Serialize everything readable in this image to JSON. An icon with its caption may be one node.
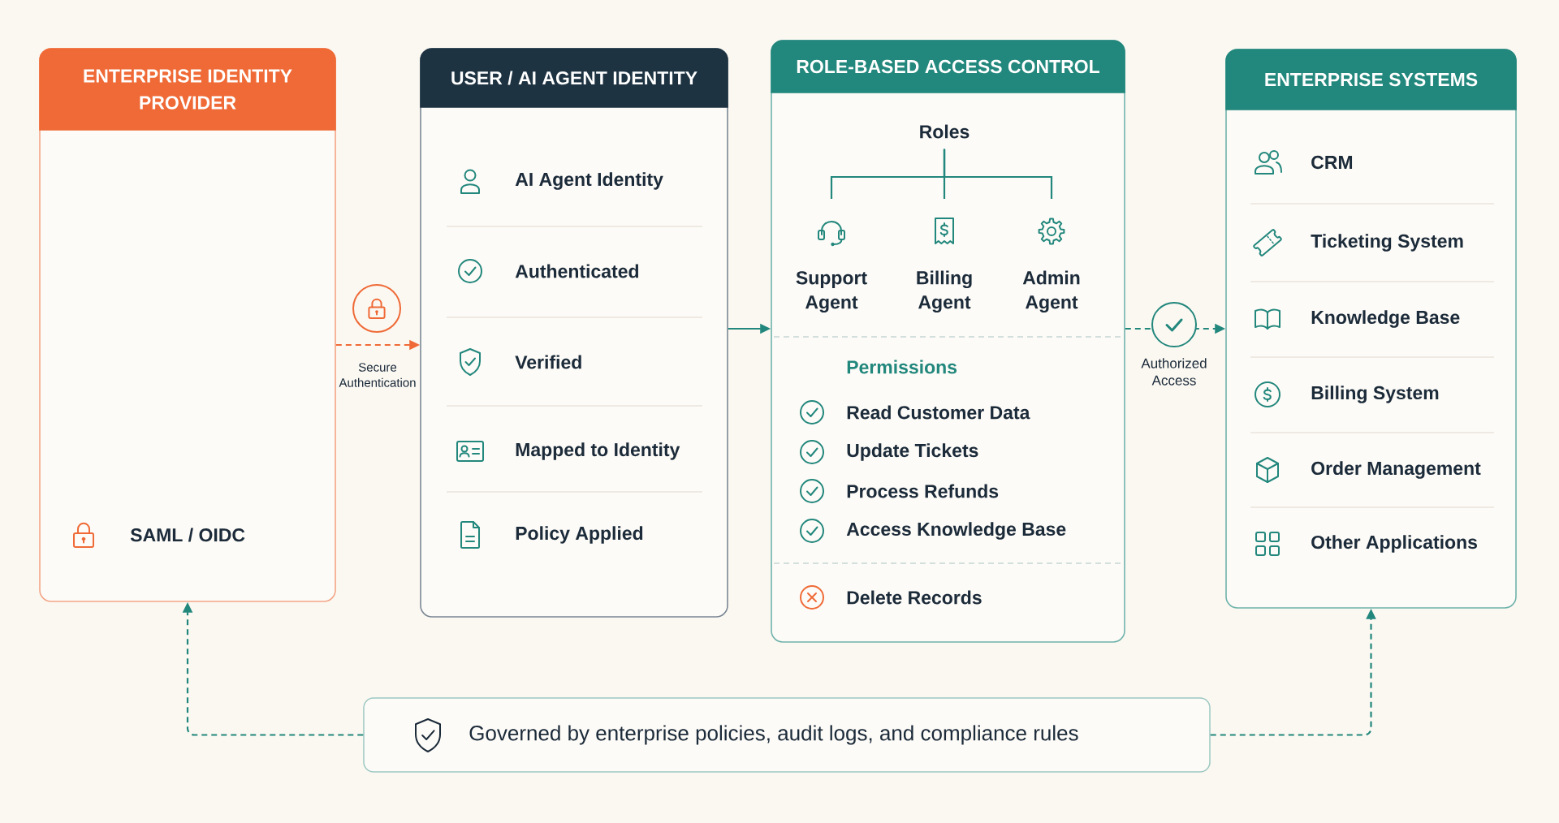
{
  "diagram": {
    "nodes": [
      {
        "text": [
          "ENTERPRISE IDENTITY PROVIDER",
          "SAML / OIDC"
        ]
      },
      {
        "text": [
          "USER / AI AGENT IDENTITY",
          "AI Agent Identity",
          "Authenticated",
          "Verified",
          "Mapped to Identity",
          "Policy Applied"
        ]
      },
      {
        "text": [
          "ROLE-BASED ACCESS CONTROL",
          "Permissions",
          "Read Customer Data",
          "Update Tickets",
          "Process Refunds",
          "Access Knowledge Base",
          "Delete Records"
        ]
      },
      {
        "text": [
          "Roles"
        ],
        "in": 2
      },
      {
        "text": [
          "Support Agent"
        ],
        "in": 2
      },
      {
        "text": [
          "Billing Agent"
        ],
        "in": 2
      },
      {
        "text": [
          "Admin Agent"
        ],
        "in": 2
      },
      {
        "text": [
          "ENTERPRISE SYSTEMS",
          "CRM",
          "Ticketing System",
          "Knowledge Base",
          "Billing System",
          "Order Management",
          "Other Applications"
        ]
      },
      {
        "text": [
          "Governed by enterprise policies, audit logs, and compliance rules"
        ]
      }
    ],
    "edges": [
      {
        "from": 0,
        "to": 1,
        "arrow": "to",
        "label": "Secure Authentication",
        "style": "dashed",
        "color": "#ef6a36"
      },
      {
        "from": 1,
        "to": 2,
        "arrow": "to"
      },
      {
        "from": 2,
        "to": 7,
        "arrow": "to",
        "label": "Authorized Access",
        "style": "dashed"
      },
      {
        "from": 8,
        "to": 0,
        "arrow": "to",
        "style": "dashed"
      },
      {
        "from": 8,
        "to": 7,
        "arrow": "to",
        "style": "dashed"
      },
      {
        "from": 3,
        "to": 4,
        "arrow": "none"
      },
      {
        "from": 3,
        "to": 5,
        "arrow": "none"
      },
      {
        "from": 3,
        "to": 6,
        "arrow": "none"
      }
    ]
  }
}
